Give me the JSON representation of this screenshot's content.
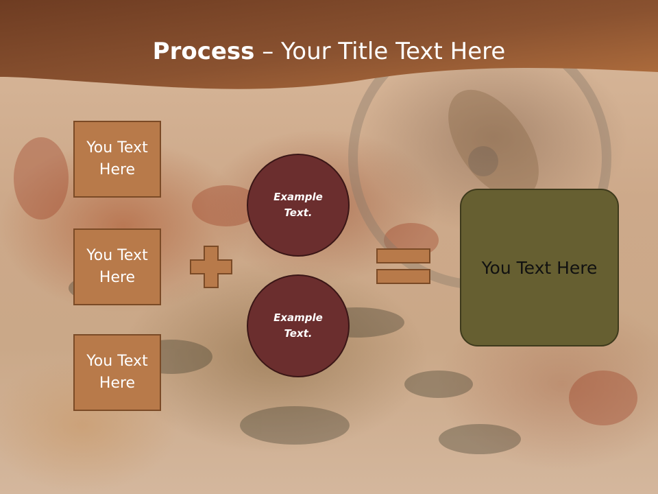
{
  "title": {
    "bold": "Process",
    "separator": " – ",
    "rest": "Your Title Text Here"
  },
  "left_boxes": [
    {
      "label": "You Text Here"
    },
    {
      "label": "You Text Here"
    },
    {
      "label": "You Text Here"
    }
  ],
  "circles": [
    {
      "label": "Example Text."
    },
    {
      "label": "Example Text."
    }
  ],
  "result": {
    "label": "You Text Here"
  },
  "colors": {
    "header": "#8a5230",
    "box_fill": "#b87a4a",
    "circle_fill": "#6b2e2e",
    "result_fill": "#665f31"
  },
  "icons": {
    "plus": "plus-icon",
    "equals": "equals-icon"
  }
}
